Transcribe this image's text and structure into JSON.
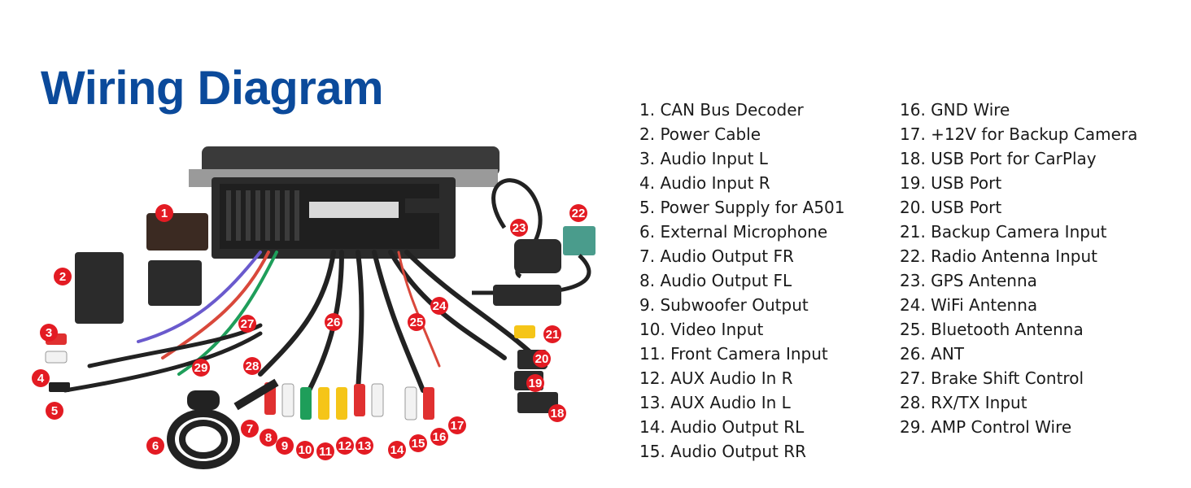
{
  "title": "Wiring Diagram",
  "colors": {
    "title": "#0b4a9b",
    "badge": "#e31b23"
  },
  "legend": [
    "1. CAN Bus Decoder",
    "2. Power Cable",
    "3. Audio Input L",
    "4. Audio Input R",
    "5. Power Supply for A501",
    "6. External Microphone",
    "7. Audio Output FR",
    "8. Audio Output FL",
    "9. Subwoofer Output",
    "10. Video Input",
    "11. Front Camera Input",
    "12. AUX Audio In R",
    "13. AUX Audio In L",
    "14. Audio Output RL",
    "15. Audio Output RR",
    "16. GND Wire",
    "17. +12V for Backup Camera",
    "18. USB Port for CarPlay",
    "19. USB Port",
    "20. USB Port",
    "21. Backup Camera Input",
    "22. Radio Antenna Input",
    "23. GPS Antenna",
    "24. WiFi Antenna",
    "25. Bluetooth Antenna",
    "26. ANT",
    "27. Brake Shift Control",
    "28. RX/TX Input",
    "29. AMP Control Wire"
  ],
  "badges": [
    "1",
    "2",
    "3",
    "4",
    "5",
    "6",
    "7",
    "8",
    "9",
    "10",
    "11",
    "12",
    "13",
    "14",
    "15",
    "16",
    "17",
    "18",
    "19",
    "20",
    "21",
    "22",
    "23",
    "24",
    "25",
    "26",
    "27",
    "28",
    "29"
  ]
}
